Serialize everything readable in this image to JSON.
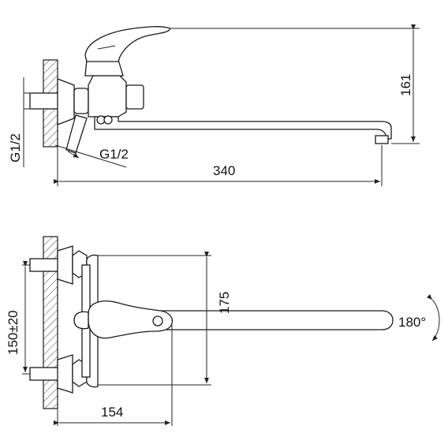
{
  "dimensions": {
    "height": "161",
    "thread_left": "G1/2",
    "thread_right": "G1/2",
    "length": "340",
    "depth": "175",
    "centers": "150±20",
    "projection": "154",
    "rotation": "180°"
  }
}
